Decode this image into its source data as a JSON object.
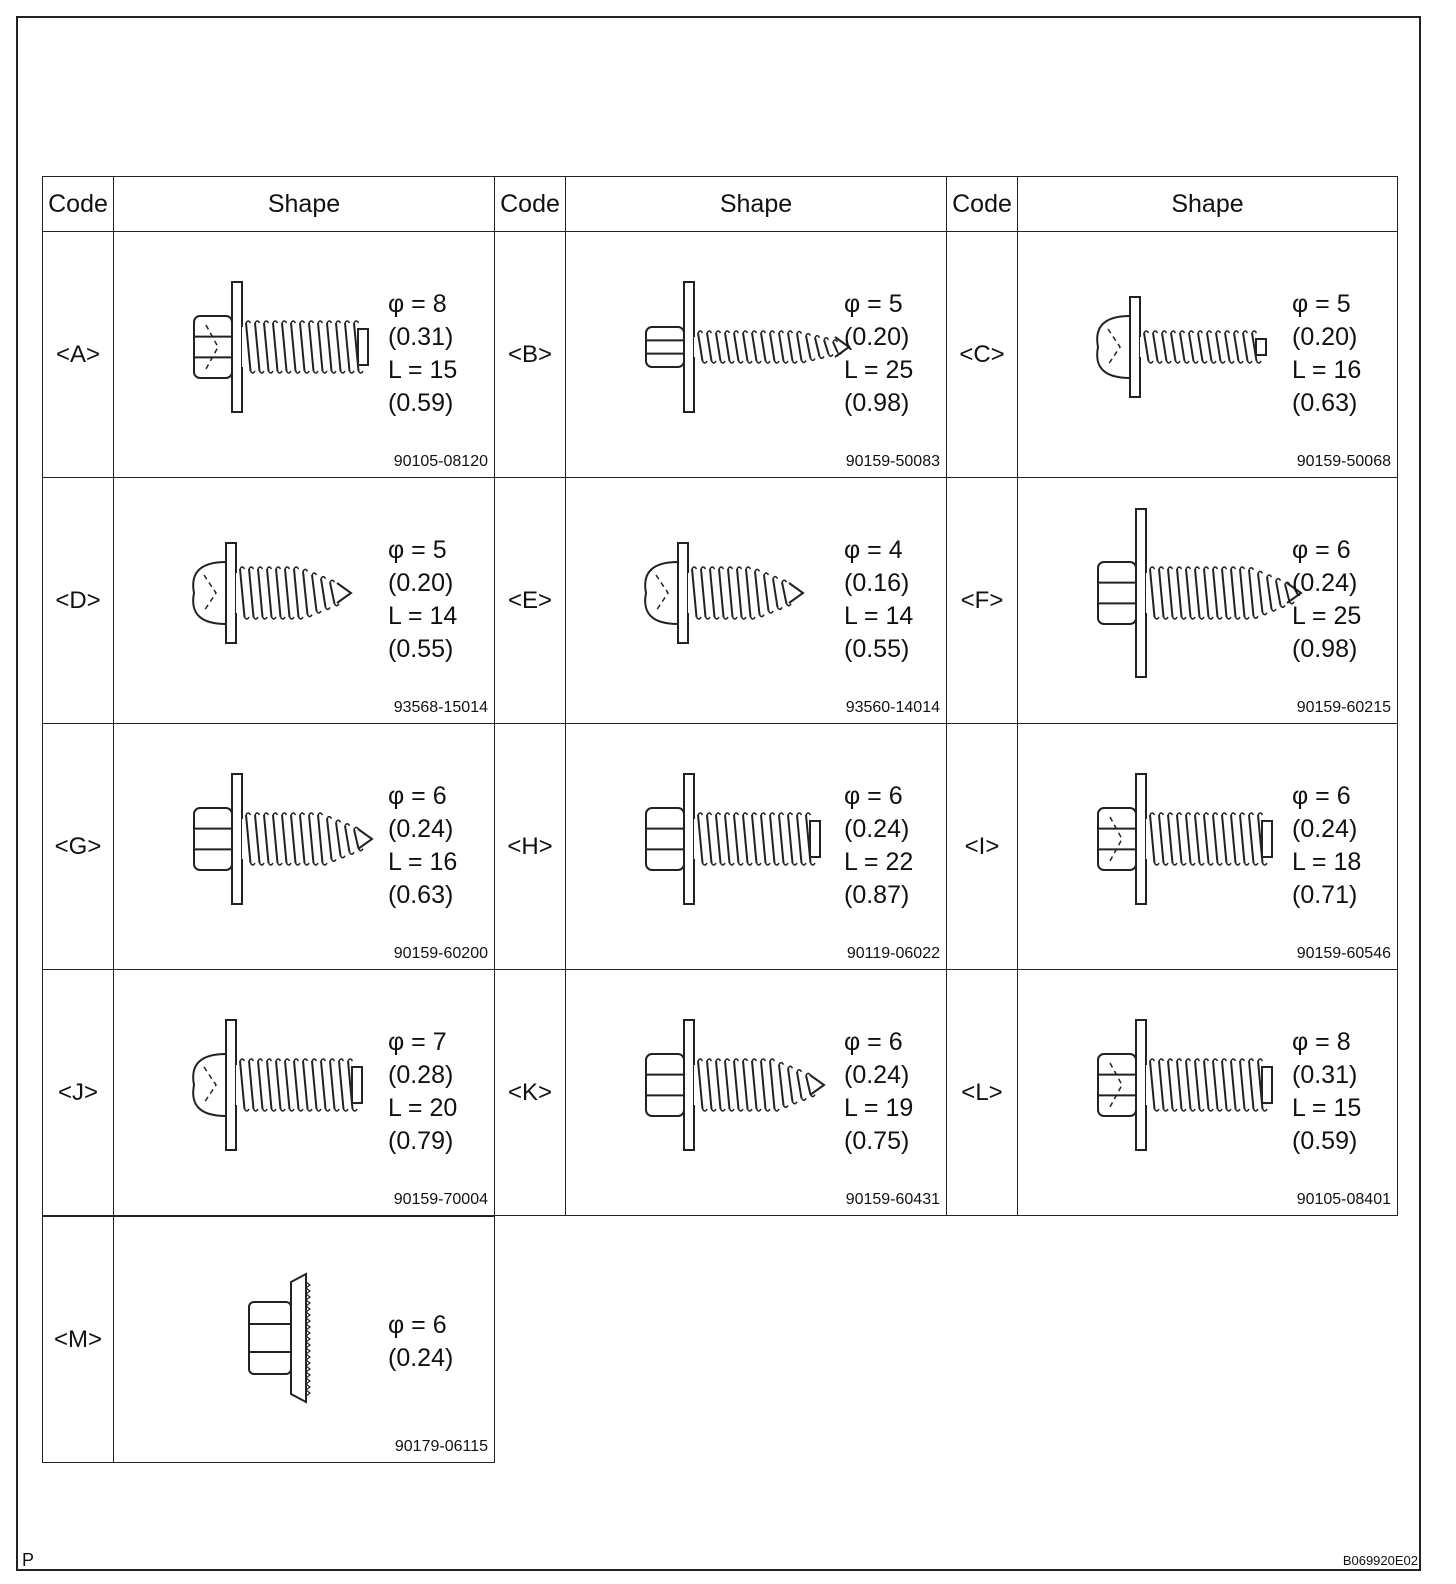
{
  "header": {
    "code_label": "Code",
    "shape_label": "Shape"
  },
  "parts": [
    {
      "code": "<A>",
      "dia": "φ = 8",
      "dia_in": "(0.31)",
      "len": "L = 15",
      "len_in": "(0.59)",
      "part_no": "90105-08120",
      "icon": "flange-hex-bolt-icon"
    },
    {
      "code": "<B>",
      "dia": "φ = 5",
      "dia_in": "(0.20)",
      "len": "L = 25",
      "len_in": "(0.98)",
      "part_no": "90159-50083",
      "icon": "hex-washer-tapping-screw-icon"
    },
    {
      "code": "<C>",
      "dia": "φ = 5",
      "dia_in": "(0.20)",
      "len": "L = 16",
      "len_in": "(0.63)",
      "part_no": "90159-50068",
      "icon": "washer-head-screw-icon"
    },
    {
      "code": "<D>",
      "dia": "φ = 5",
      "dia_in": "(0.20)",
      "len": "L = 14",
      "len_in": "(0.55)",
      "part_no": "93568-15014",
      "icon": "pan-head-screw-icon"
    },
    {
      "code": "<E>",
      "dia": "φ = 4",
      "dia_in": "(0.16)",
      "len": "L = 14",
      "len_in": "(0.55)",
      "part_no": "93560-14014",
      "icon": "pan-head-tapping-screw-icon"
    },
    {
      "code": "<F>",
      "dia": "φ = 6",
      "dia_in": "(0.24)",
      "len": "L = 25",
      "len_in": "(0.98)",
      "part_no": "90159-60215",
      "icon": "hex-tapping-screw-large-washer-icon"
    },
    {
      "code": "<G>",
      "dia": "φ = 6",
      "dia_in": "(0.24)",
      "len": "L = 16",
      "len_in": "(0.63)",
      "part_no": "90159-60200",
      "icon": "hex-tapping-screw-icon"
    },
    {
      "code": "<H>",
      "dia": "φ = 6",
      "dia_in": "(0.24)",
      "len": "L = 22",
      "len_in": "(0.87)",
      "part_no": "90119-06022",
      "icon": "hex-bolt-icon"
    },
    {
      "code": "<I>",
      "dia": "φ = 6",
      "dia_in": "(0.24)",
      "len": "L = 18",
      "len_in": "(0.71)",
      "part_no": "90159-60546",
      "icon": "flange-screw-icon"
    },
    {
      "code": "<J>",
      "dia": "φ = 7",
      "dia_in": "(0.28)",
      "len": "L = 20",
      "len_in": "(0.79)",
      "part_no": "90159-70004",
      "icon": "washer-head-bolt-icon"
    },
    {
      "code": "<K>",
      "dia": "φ = 6",
      "dia_in": "(0.24)",
      "len": "L = 19",
      "len_in": "(0.75)",
      "part_no": "90159-60431",
      "icon": "hex-tapping-screw-icon"
    },
    {
      "code": "<L>",
      "dia": "φ = 8",
      "dia_in": "(0.31)",
      "len": "L = 15",
      "len_in": "(0.59)",
      "part_no": "90105-08401",
      "icon": "flange-hex-bolt-icon"
    },
    {
      "code": "<M>",
      "dia": "φ = 6",
      "dia_in": "(0.24)",
      "len": "",
      "len_in": "",
      "part_no": "90179-06115",
      "icon": "serrated-flange-nut-icon"
    }
  ],
  "corner_left": "P",
  "corner_right": "B069920E02"
}
